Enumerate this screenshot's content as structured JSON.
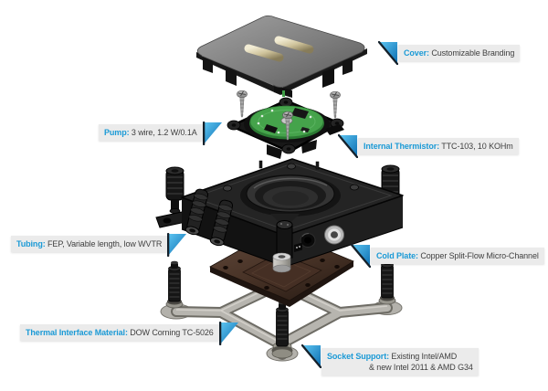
{
  "colors": {
    "accent": "#1b9ad6",
    "label-bg": "#ebebeb",
    "label-text": "#3f3f3f",
    "tri-light": "#5ec6f2",
    "tri-dark": "#0a6cb0",
    "tri-edge": "#15212b"
  },
  "labels": {
    "cover": {
      "title": "Cover:",
      "desc": "Customizable Branding"
    },
    "pump": {
      "title": "Pump:",
      "desc": "3 wire, 1.2 W/0.1A"
    },
    "thermistor": {
      "title": "Internal Thermistor:",
      "desc": "TTC-103, 10 KOHm"
    },
    "tubing": {
      "title": "Tubing:",
      "desc": "FEP, Variable length, low WVTR"
    },
    "cold_plate": {
      "title": "Cold Plate:",
      "desc": "Copper Split-Flow Micro-Channel"
    },
    "tim": {
      "title": "Thermal Interface Material:",
      "desc": "DOW Corning TC-5026"
    },
    "socket": {
      "title": "Socket Support:",
      "desc": "Existing Intel/AMD",
      "desc2": "& new Intel 2011 & AMD G34"
    }
  }
}
